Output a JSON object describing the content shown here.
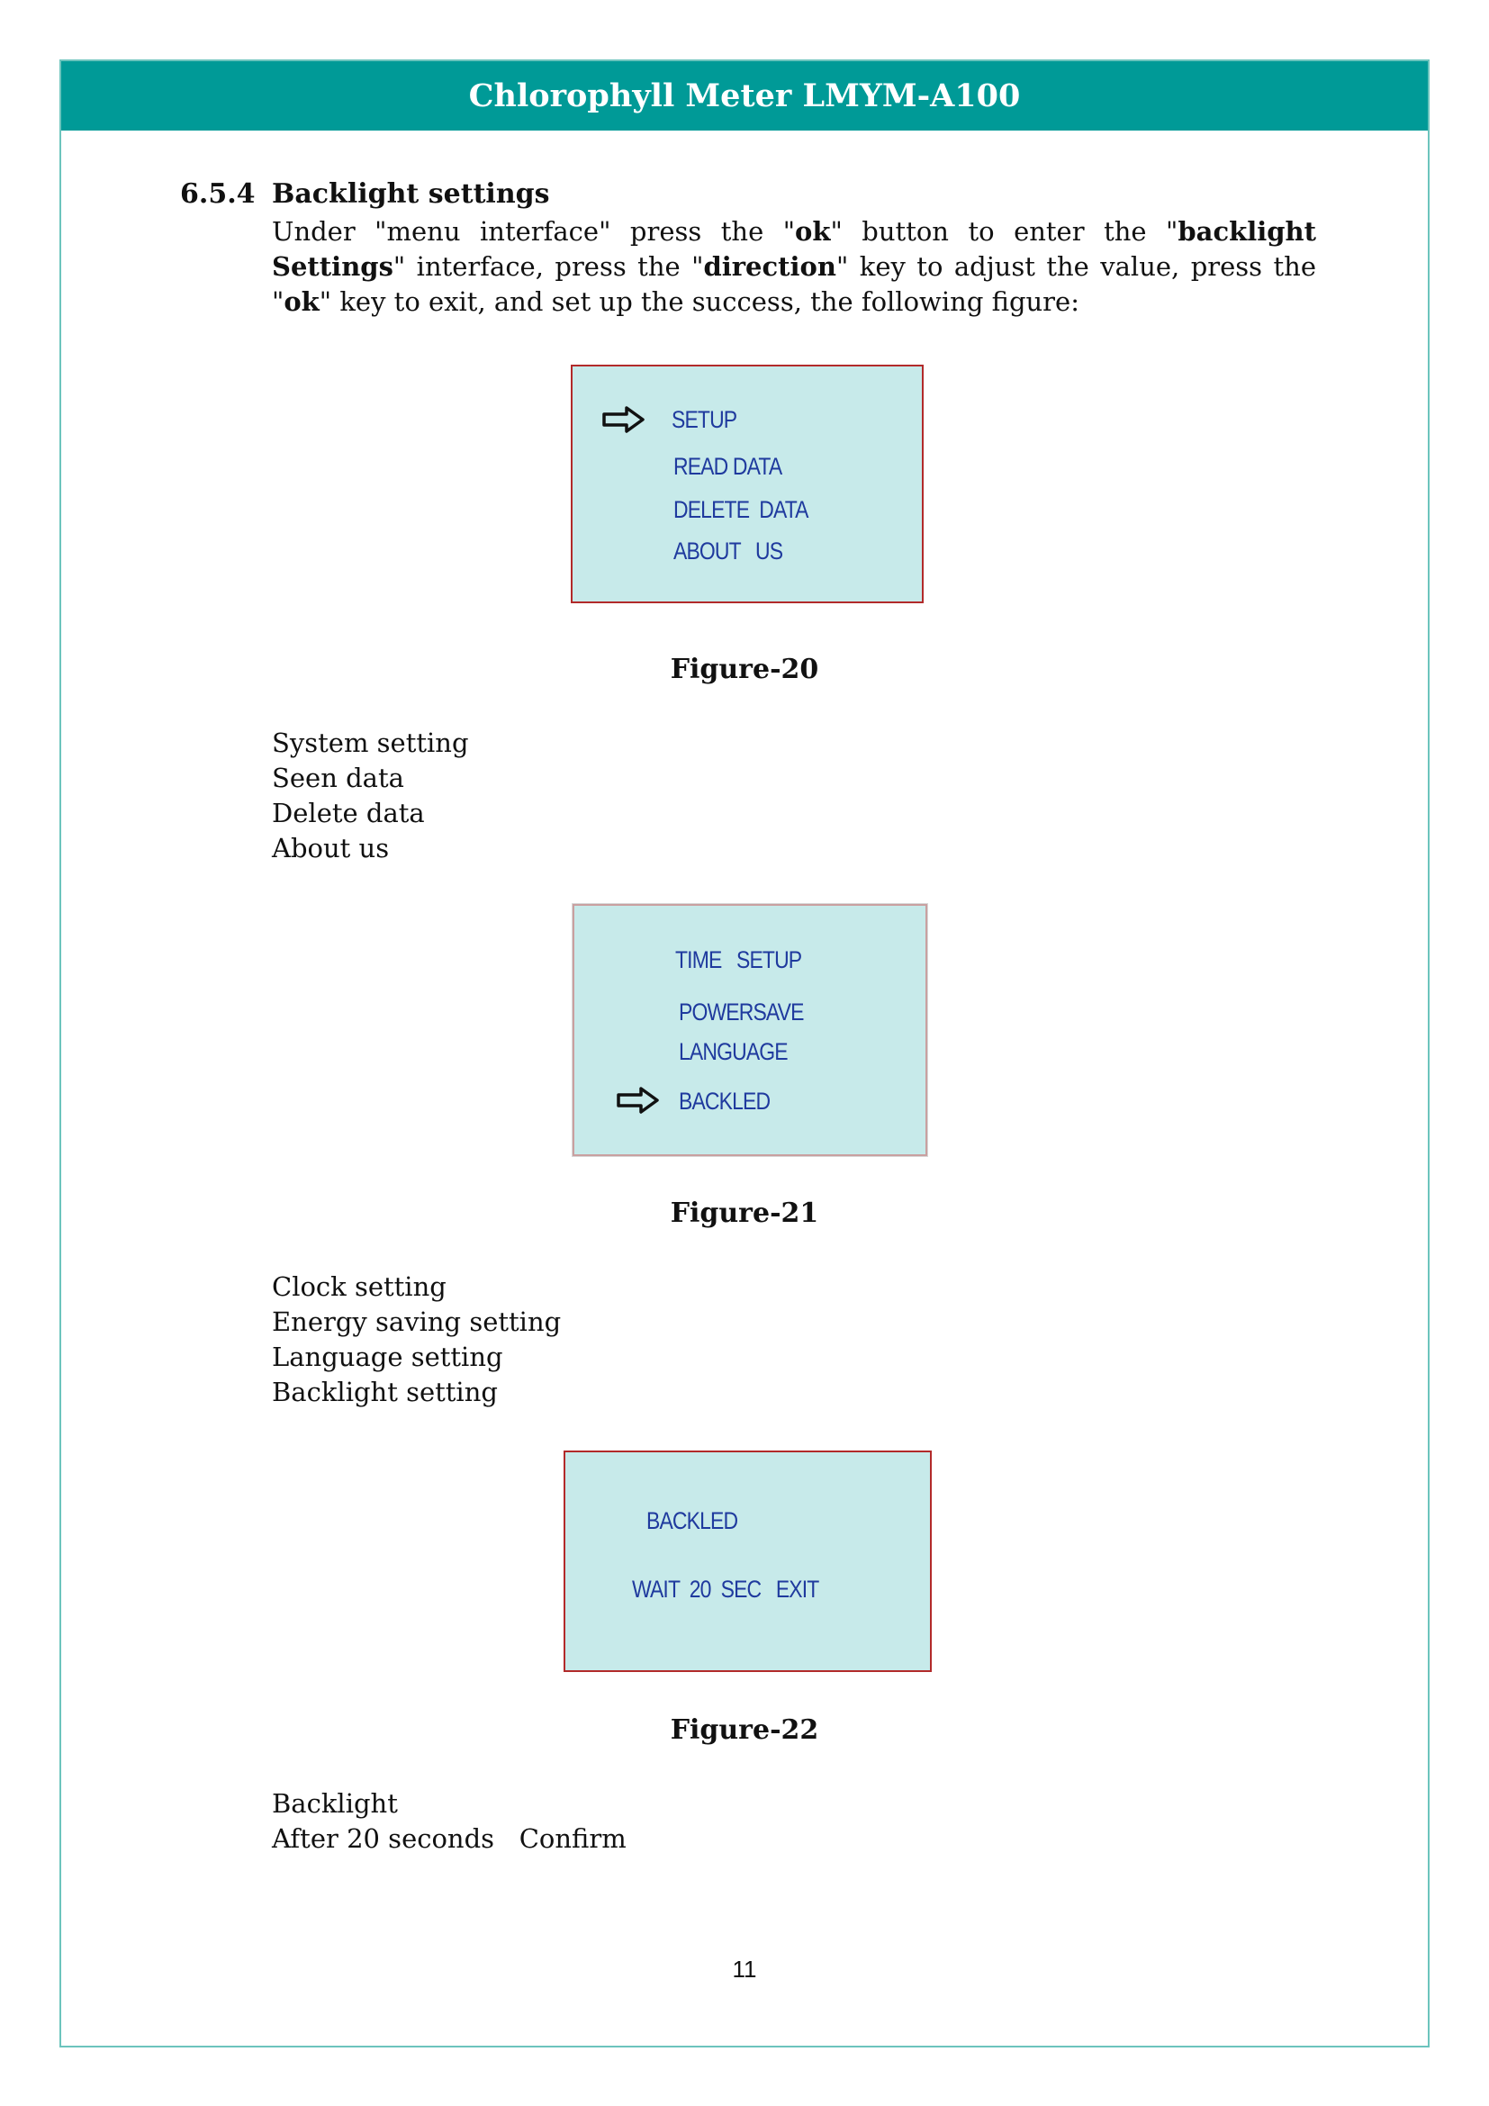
{
  "header": {
    "title": "Chlorophyll Meter LMYM-A100"
  },
  "section": {
    "number": "6.5.4",
    "title": "Backlight settings",
    "paragraph": [
      {
        "text": "Under \"menu interface\" press the \"",
        "bold": false
      },
      {
        "text": "ok",
        "bold": true
      },
      {
        "text": "\" button to enter the \"",
        "bold": false
      },
      {
        "text": "backlight Settings",
        "bold": true
      },
      {
        "text": "\" interface, press the \"",
        "bold": false
      },
      {
        "text": "direction",
        "bold": true
      },
      {
        "text": "\" key to adjust the value, press the \"",
        "bold": false
      },
      {
        "text": "ok",
        "bold": true
      },
      {
        "text": "\" key to exit, and set up the success, the following figure:",
        "bold": false
      }
    ]
  },
  "figures": [
    {
      "caption": "Figure-20",
      "screen_items": [
        "SETUP",
        "READ DATA",
        "DELETE  DATA",
        "ABOUT   US"
      ],
      "selected_item": "SETUP",
      "list": [
        "System setting",
        "Seen data",
        "Delete data",
        "About us"
      ]
    },
    {
      "caption": "Figure-21",
      "screen_items": [
        "TIME   SETUP",
        "POWERSAVE",
        "LANGUAGE",
        "BACKLED"
      ],
      "selected_item": "BACKLED",
      "list": [
        "Clock setting",
        "Energy saving setting",
        "Language setting",
        "Backlight setting"
      ]
    },
    {
      "caption": "Figure-22",
      "screen_items": [
        "BACKLED",
        "WAIT  20  SEC   EXIT"
      ],
      "list": [
        "Backlight",
        "After 20 seconds   Confirm"
      ]
    }
  ],
  "colors": {
    "header_bg": "#009a97",
    "frame_border": "#6cc4bd",
    "screen_bg": "#c7eaea",
    "screen_text": "#1f3a9e",
    "screen_border": "#b22a2a"
  },
  "page_number": "11"
}
